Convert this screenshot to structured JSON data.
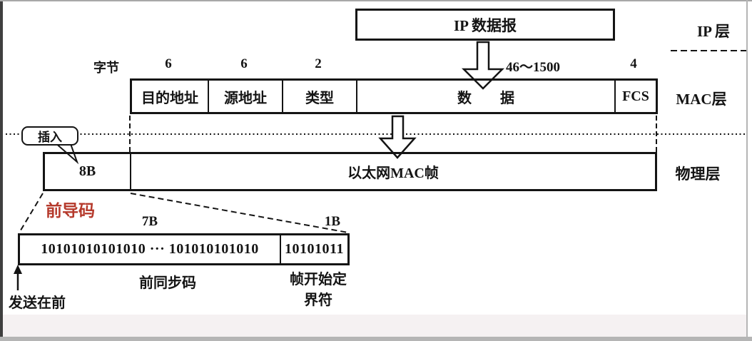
{
  "colors": {
    "line": "#141414",
    "preamble_title_red": "#b5392b",
    "frame_bar_gray": "#b5b5b5"
  },
  "ip_layer": {
    "datagram_box_label": "IP 数据报",
    "layer_label": "IP 层"
  },
  "mac_layer": {
    "byte_unit_label": "字节",
    "layer_label": "MAC层",
    "fields": [
      {
        "label": "目的地址",
        "bytes": "6"
      },
      {
        "label": "源地址",
        "bytes": "6"
      },
      {
        "label": "类型",
        "bytes": "2"
      },
      {
        "label": "数　　据",
        "bytes": "46～1500"
      },
      {
        "label": "FCS",
        "bytes": "4"
      }
    ]
  },
  "physical_layer": {
    "layer_label": "物理层",
    "insert_callout_label": "插入",
    "preamble_size": "8B",
    "frame_label": "以太网MAC帧"
  },
  "preamble_detail": {
    "title": "前导码",
    "sync_section": {
      "size": "7B",
      "bits": "10101010101010 ··· 101010101010",
      "caption": "前同步码"
    },
    "sfd_section": {
      "size": "1B",
      "bits": "10101011",
      "caption": "帧开始定界符"
    },
    "send_first_label": "发送在前"
  }
}
